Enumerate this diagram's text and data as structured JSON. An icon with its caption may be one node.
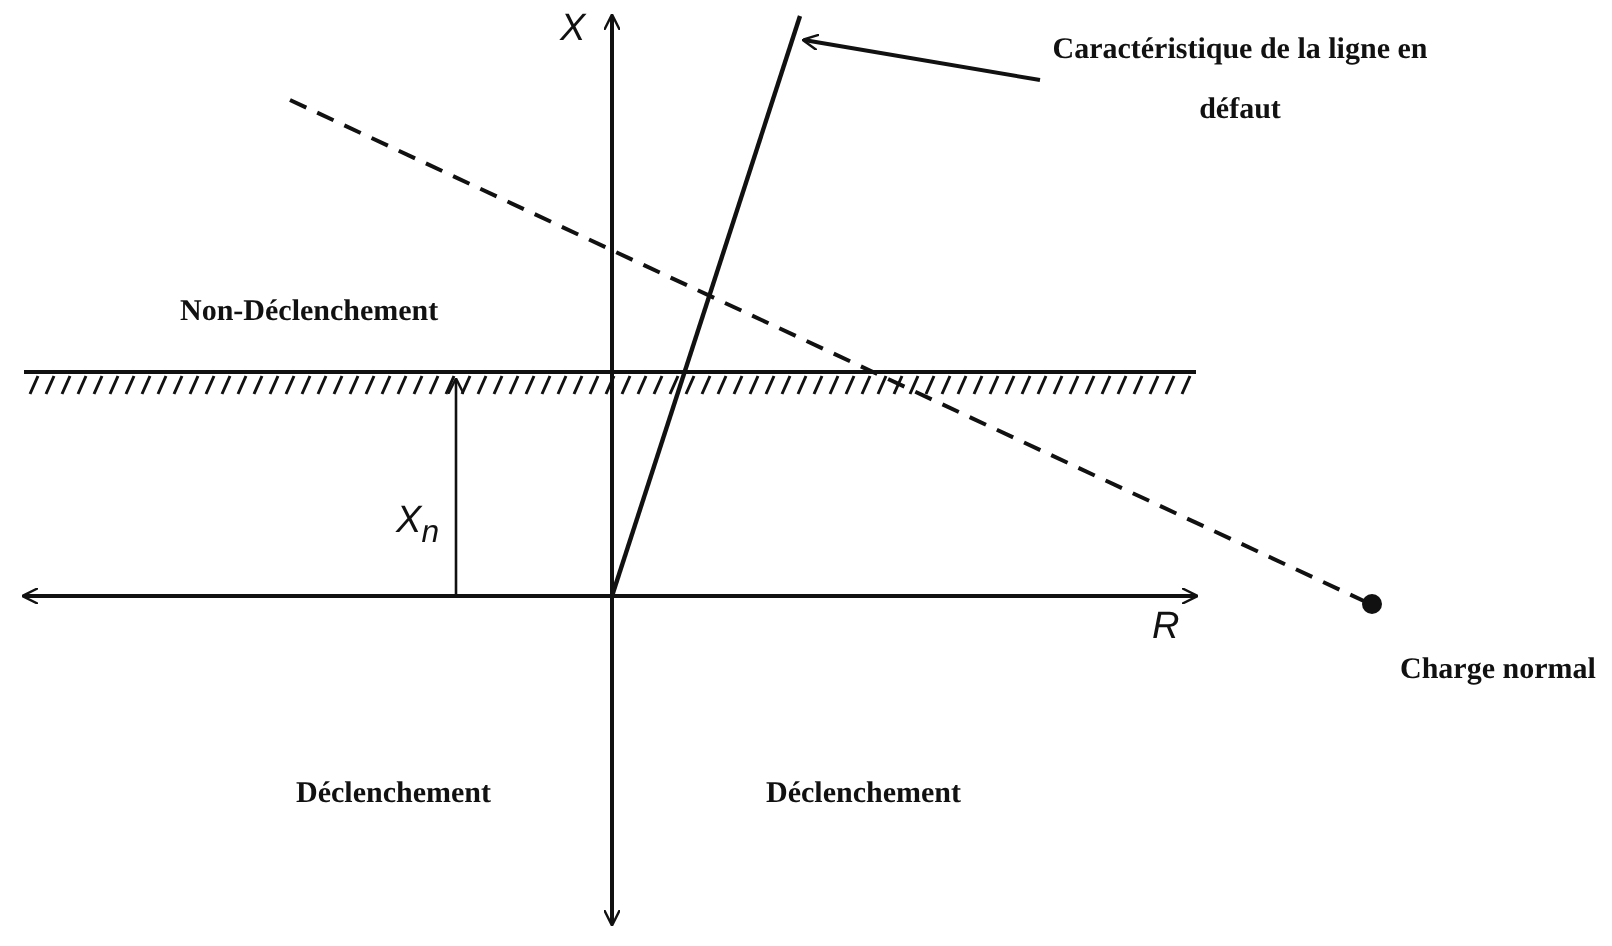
{
  "diagram": {
    "nodes": [
      {
        "text": [
          "Caractéristique de la ligne en défaut"
        ]
      },
      {
        "text": [],
        "shape": "line"
      }
    ],
    "edges": [
      {
        "from": 0,
        "to": 1,
        "arrow": "to"
      }
    ],
    "labels": [
      "X",
      "Non-Déclenchement",
      "X$_{n}$",
      "R",
      "Charge normal",
      "Déclenchement",
      "Déclenchement"
    ]
  }
}
